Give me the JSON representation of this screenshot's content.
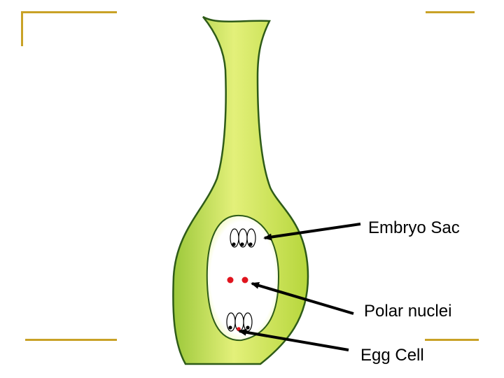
{
  "labels": {
    "embryo_sac": "Embryo Sac",
    "polar_nuclei": "Polar nuclei",
    "egg_cell": "Egg Cell"
  },
  "colors": {
    "slide_accent": "#c9a227",
    "ovule_fill": "#d6e84a",
    "ovule_highlight": "#eef7a6",
    "ovule_outline": "#2e5b18",
    "polar_nuclei": "#e0141e",
    "arrow": "#000000"
  }
}
